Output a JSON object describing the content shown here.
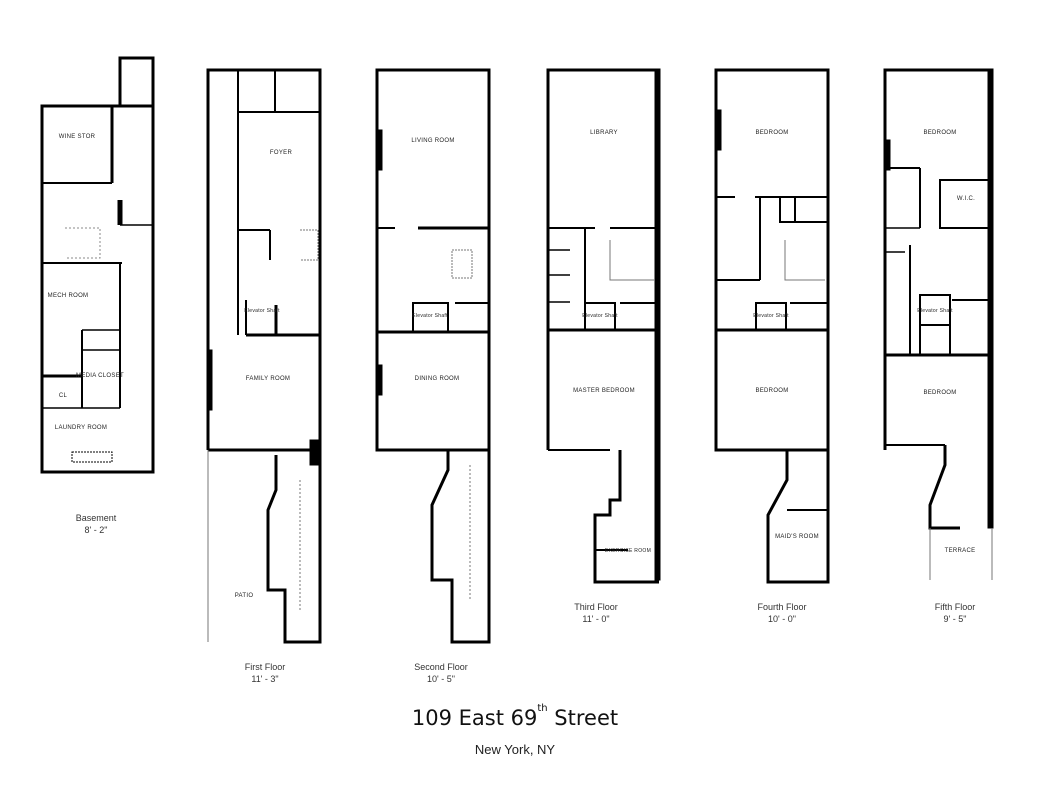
{
  "title": {
    "street_number_and_name": "109 East 69",
    "ordinal_suffix": "th",
    "street_word": "Street",
    "city": "New York, NY"
  },
  "floors": [
    {
      "name": "Basement",
      "ceiling_height": "8' - 2\"",
      "rooms": [
        "Wine Storage",
        "Mech Room",
        "Media Closet",
        "CL",
        "Laundry Room"
      ]
    },
    {
      "name": "First Floor",
      "ceiling_height": "11' - 3\"",
      "rooms": [
        "Foyer",
        "Elevator Shaft",
        "Family Room",
        "Patio"
      ]
    },
    {
      "name": "Second Floor",
      "ceiling_height": "10' - 5\"",
      "rooms": [
        "Living Room",
        "Elevator Shaft",
        "Dining Room"
      ]
    },
    {
      "name": "Third Floor",
      "ceiling_height": "11' - 0\"",
      "rooms": [
        "Library",
        "Elevator Shaft",
        "Master Bedroom",
        "Exercise Room"
      ]
    },
    {
      "name": "Fourth Floor",
      "ceiling_height": "10' - 0\"",
      "rooms": [
        "Bedroom",
        "Elevator Shaft",
        "Bedroom",
        "Maid's Room"
      ]
    },
    {
      "name": "Fifth Floor",
      "ceiling_height": "9' - 5\"",
      "rooms": [
        "Bedroom",
        "W.I.C.",
        "Elevator Shaft",
        "Bedroom",
        "Terrace"
      ]
    }
  ],
  "labels": {
    "b_wine": "WINE STOR",
    "b_mech": "MECH ROOM",
    "b_media": "MEDIA CLOSET",
    "b_cl": "CL",
    "b_laundry": "LAUNDRY ROOM",
    "f1_foyer": "FOYER",
    "f1_elev": "Elevator Shaft",
    "f1_family": "FAMILY ROOM",
    "f1_patio": "PATIO",
    "f2_living": "LIVING ROOM",
    "f2_elev": "Elevator Shaft",
    "f2_dining": "DINING ROOM",
    "f3_library": "LIBRARY",
    "f3_elev": "Elevator Shaft",
    "f3_master": "MASTER BEDROOM",
    "f3_exercise": "EXERCISE ROOM",
    "f4_bed1": "BEDROOM",
    "f4_elev": "Elevator Shaft",
    "f4_bed2": "BEDROOM",
    "f4_maid": "MAID'S ROOM",
    "f5_bed1": "BEDROOM",
    "f5_wic": "W.I.C.",
    "f5_elev": "Elevator Shaft",
    "f5_bed2": "BEDROOM",
    "f5_terrace": "TERRACE"
  }
}
